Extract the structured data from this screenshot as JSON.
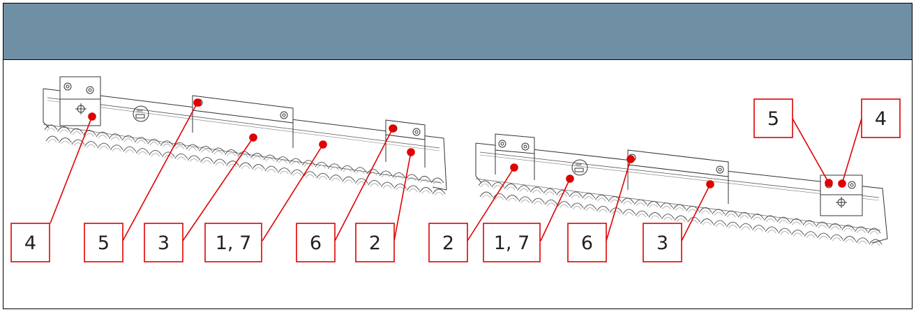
{
  "header": {
    "title": ""
  },
  "colors": {
    "header_bg": "#6f8fa5",
    "callout_red": "#e00000",
    "line_gray": "#333333"
  },
  "left_assembly": {
    "callouts": [
      {
        "id": "l-4",
        "label": "4"
      },
      {
        "id": "l-5",
        "label": "5"
      },
      {
        "id": "l-3",
        "label": "3"
      },
      {
        "id": "l-17",
        "label": "1, 7"
      },
      {
        "id": "l-6",
        "label": "6"
      },
      {
        "id": "l-2",
        "label": "2"
      }
    ]
  },
  "right_assembly": {
    "callouts": [
      {
        "id": "r-2",
        "label": "2"
      },
      {
        "id": "r-17",
        "label": "1, 7"
      },
      {
        "id": "r-6",
        "label": "6"
      },
      {
        "id": "r-3",
        "label": "3"
      },
      {
        "id": "r-5",
        "label": "5"
      },
      {
        "id": "r-4",
        "label": "4"
      }
    ]
  }
}
